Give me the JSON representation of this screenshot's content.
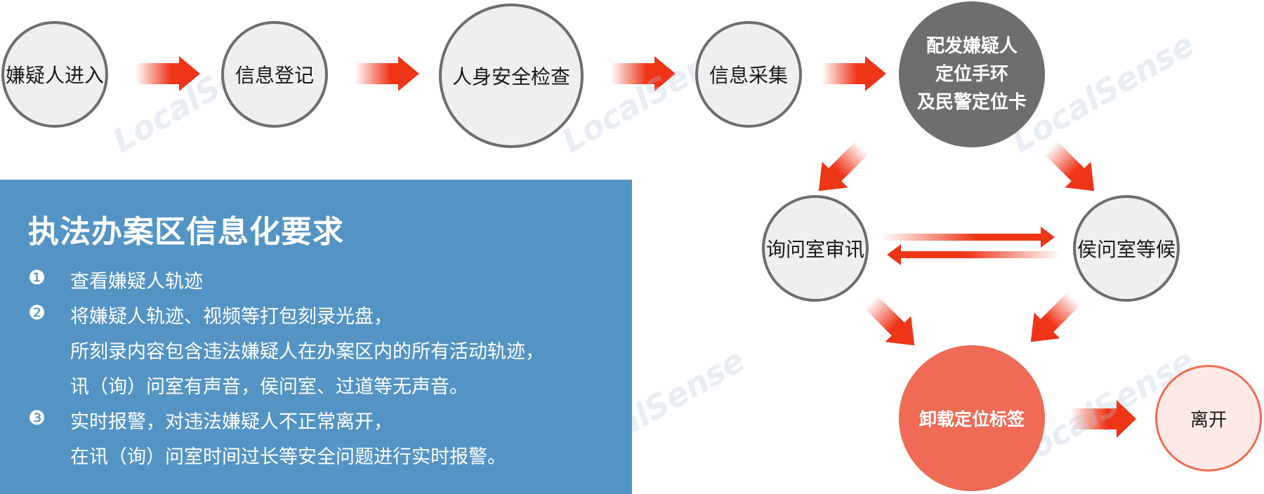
{
  "top_flow": {
    "suspect_enter": "嫌疑人进入",
    "info_register": "信息登记",
    "security_check": "人身安全检查",
    "info_collect": "信息采集",
    "assign_device": [
      "配发嫌疑人",
      "定位手环",
      "及民警定位卡"
    ]
  },
  "middle_flow": {
    "interrogation_room": "询问室审讯",
    "waiting_room": "侯问室等候"
  },
  "bottom_flow": {
    "remove_tag": "卸载定位标签",
    "leave": "离开"
  },
  "requirements": {
    "title": "执法办案区信息化要求",
    "items": [
      {
        "num": "❶",
        "lines": [
          "查看嫌疑人轨迹"
        ]
      },
      {
        "num": "❷",
        "lines": [
          "将嫌疑人轨迹、视频等打包刻录光盘，",
          "所刻录内容包含违法嫌疑人在办案区内的所有活动轨迹，",
          "讯（询）问室有声音，侯问室、过道等无声音。"
        ]
      },
      {
        "num": "❸",
        "lines": [
          "实时报警，对违法嫌疑人不正常离开，",
          "在讯（询）问室时间过长等安全问题进行实时报警。"
        ]
      }
    ]
  },
  "watermark": "LocalSense",
  "colors": {
    "arrow_red": "#ef3518",
    "panel_blue": "#5494c5",
    "node_gray": "#efefef",
    "node_dark": "#6f6d6e",
    "node_salmon": "#ef6b55"
  }
}
